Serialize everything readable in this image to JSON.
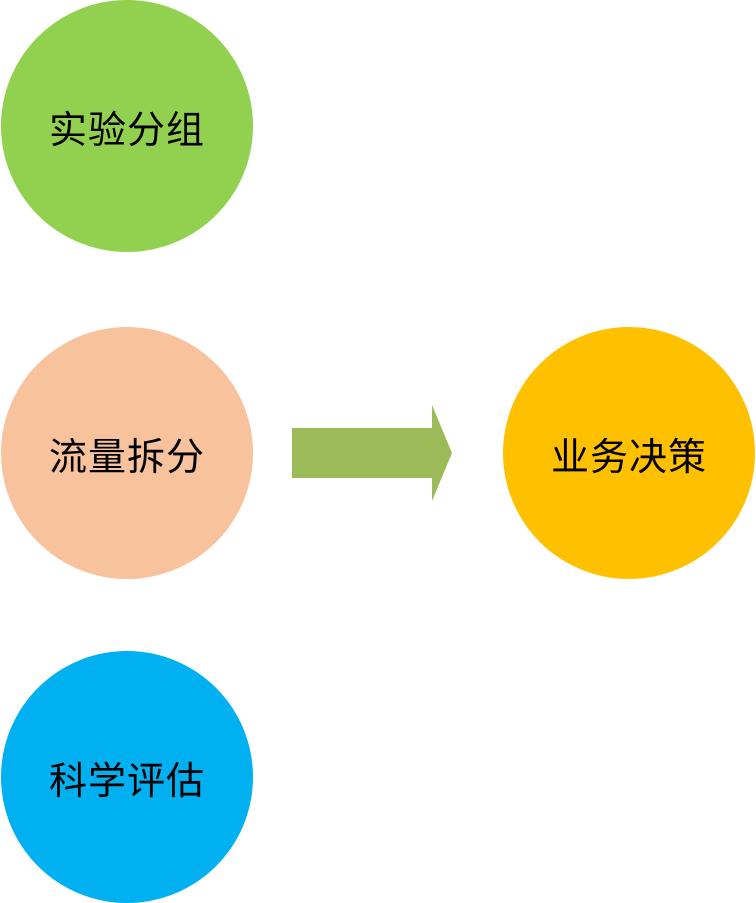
{
  "nodes": [
    {
      "label": "实验分组",
      "color": "#92d050"
    },
    {
      "label": "流量拆分",
      "color": "#f8c39c"
    },
    {
      "label": "科学评估",
      "color": "#00b0f0"
    },
    {
      "label": "业务决策",
      "color": "#ffc000"
    }
  ],
  "arrow": {
    "color": "#9bbb59",
    "icon": "right-arrow"
  }
}
